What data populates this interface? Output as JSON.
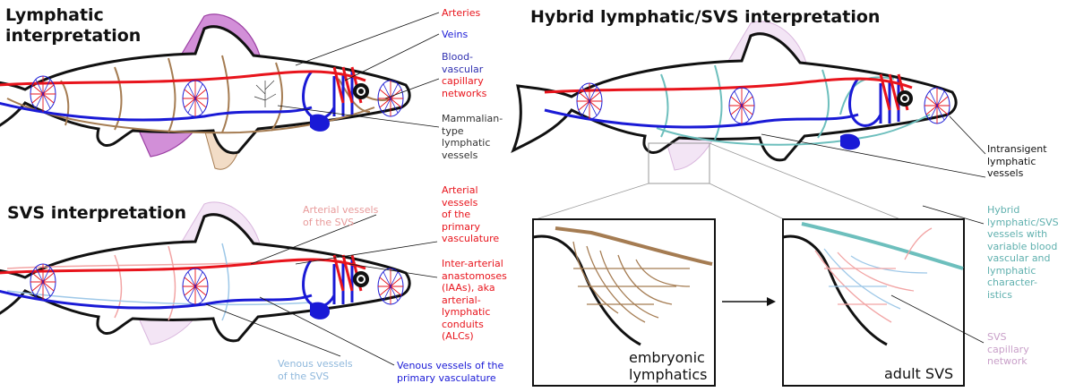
{
  "colors": {
    "artery": "#e8141c",
    "vein": "#1a1ad6",
    "lymph": "#a57c52",
    "svs_artery": "#f2a4a4",
    "svs_vein": "#9ec8e8",
    "hybrid": "#6dbfbd",
    "fin_purple": "#9b3fa3",
    "capillary_label": "#3030b0",
    "text": "#111111"
  },
  "titles": {
    "lymphatic": "Lymphatic\ninterpretation",
    "svs": "SVS interpretation",
    "hybrid": "Hybrid lymphatic/SVS interpretation"
  },
  "labels": {
    "arteries": "Arteries",
    "veins": "Veins",
    "blood_vascular": "Blood-\nvascular",
    "capillary": "capillary\nnetworks",
    "mammalian_lymph": "Mammalian-\ntype\nlymphatic\nvessels",
    "arterial_svs": "Arterial vessels\nof the SVS",
    "arterial_primary": "Arterial\nvessels\nof the\nprimary\nvasculature",
    "iaa": "Inter-arterial\nanastomoses\n(IAAs), aka\narterial-\nlymphatic\nconduits\n(ALCs)",
    "venous_svs": "Venous vessels\nof the SVS",
    "venous_primary": "Venous vessels of the\nprimary vasculature",
    "intransigent": "Intransigent\nlymphatic\nvessels",
    "hybrid_vessels": "Hybrid\nlymphatic/SVS\nvessels with\nvariable blood\nvascular and\nlymphatic\ncharacter-\nistics",
    "svs_capillary": "SVS\ncapillary\nnetwork"
  },
  "insets": {
    "embryonic": "embryonic\nlymphatics",
    "adult": "adult SVS"
  }
}
